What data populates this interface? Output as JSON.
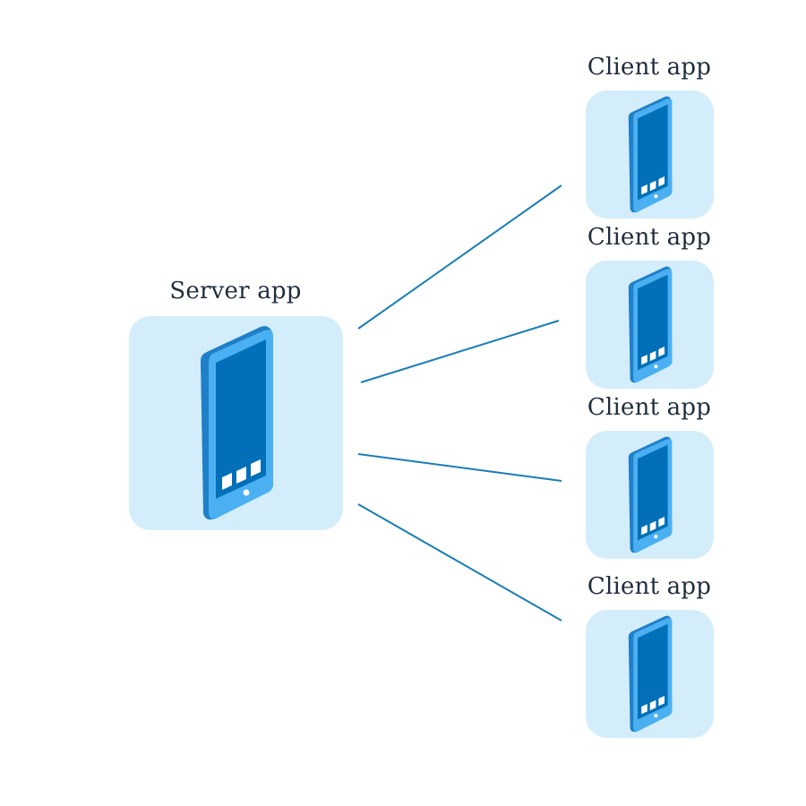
{
  "colors": {
    "tile_bg": "#d4edfb",
    "connector": "#1a7db8",
    "phone_body_dark": "#1f7fc8",
    "phone_body_light": "#4ab0f2",
    "phone_screen": "#0270b8",
    "label_text": "#1f2d3d"
  },
  "diagram": {
    "server": {
      "label": "Server app",
      "icon": "smartphone-icon"
    },
    "clients": [
      {
        "label": "Client app",
        "icon": "smartphone-icon"
      },
      {
        "label": "Client app",
        "icon": "smartphone-icon"
      },
      {
        "label": "Client app",
        "icon": "smartphone-icon"
      },
      {
        "label": "Client app",
        "icon": "smartphone-icon"
      }
    ],
    "connections": [
      {
        "from": "server",
        "to": "client-1"
      },
      {
        "from": "server",
        "to": "client-2"
      },
      {
        "from": "server",
        "to": "client-3"
      },
      {
        "from": "server",
        "to": "client-4"
      }
    ]
  }
}
